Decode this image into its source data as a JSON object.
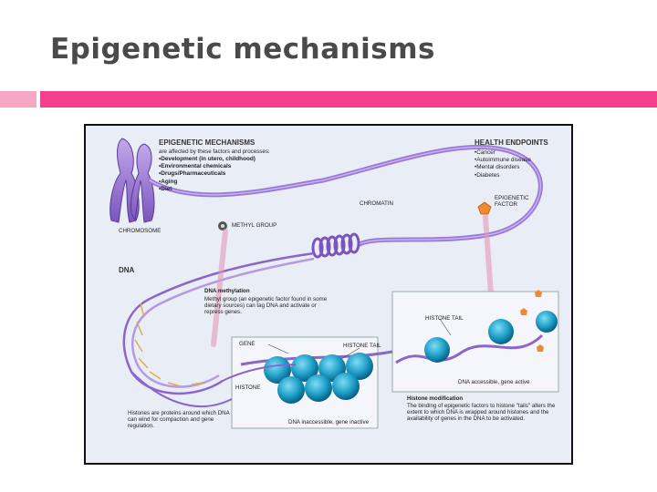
{
  "slide": {
    "title": "Epigenetic mechanisms",
    "accent_colors": [
      "#f7a6c4",
      "#f4408c"
    ]
  },
  "figure": {
    "mechanisms": {
      "heading": "EPIGENETIC MECHANISMS",
      "intro": "are affected by these factors and processes:",
      "items": [
        "Development (in utero, childhood)",
        "Environmental chemicals",
        "Drugs/Pharmaceuticals",
        "Aging",
        "Diet"
      ]
    },
    "health": {
      "heading": "HEALTH ENDPOINTS",
      "items": [
        "Cancer",
        "Autoimmune disease",
        "Mental disorders",
        "Diabetes"
      ]
    },
    "labels": {
      "chromosome": "CHROMOSOME",
      "methyl_group": "METHYL GROUP",
      "chromatin": "CHROMATIN",
      "epigenetic_factor": "EPIGENETIC FACTOR",
      "dna": "DNA",
      "histone_tail_top": "HISTONE TAIL",
      "gene": "GENE",
      "histone_tail_bottom": "HISTONE TAIL",
      "histone": "HISTONE",
      "dna_accessible": "DNA accessible, gene active",
      "dna_inaccessible": "DNA inaccessible, gene inactive"
    },
    "methylation": {
      "title": "DNA methylation",
      "text": "Methyl group (an epigenetic factor found in some dietary sources) can tag DNA and activate or repress genes."
    },
    "histone_modification": {
      "title": "Histone modification",
      "text": "The binding of epigenetic factors to histone \"tails\" alters the extent to which DNA is wrapped around histones and the availability of genes in the DNA to be activated."
    },
    "histones_note": "Histones are proteins around which DNA can wind for compaction and gene regulation.",
    "colors": {
      "dna": "#8a66c8",
      "histone": "#1e9fc6",
      "factor": "#f08a2e",
      "background": "#e9eef6"
    }
  }
}
